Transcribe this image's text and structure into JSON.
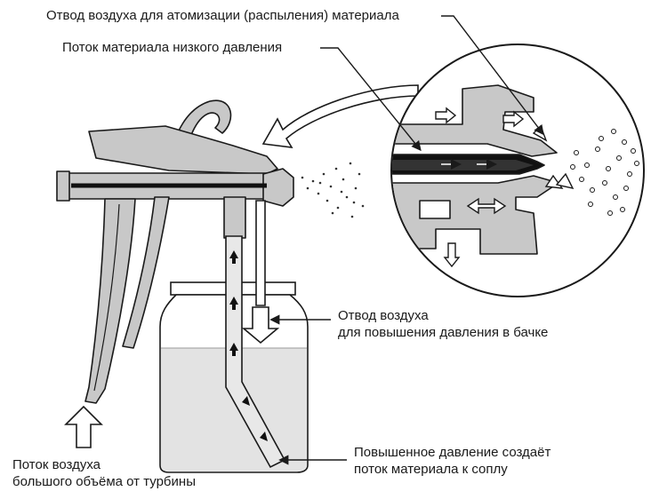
{
  "labels": {
    "atomization_air": "Отвод воздуха для атомизации (распыления) материала",
    "low_pressure_flow": "Поток материала низкого давления",
    "tank_air_line1": "Отвод воздуха",
    "tank_air_line2": "для повышения давления в бачке",
    "pressure_line1": "Повышенное давление создаёт",
    "pressure_line2": "поток материала к соплу",
    "turbine_line1": "Поток воздуха",
    "turbine_line2": "большого объёма от турбины"
  },
  "colors": {
    "gun_body": "#c8c8c8",
    "outline": "#1a1a1a",
    "paint_level": "#e3e3e3",
    "channel": "#111111",
    "background": "#ffffff"
  }
}
